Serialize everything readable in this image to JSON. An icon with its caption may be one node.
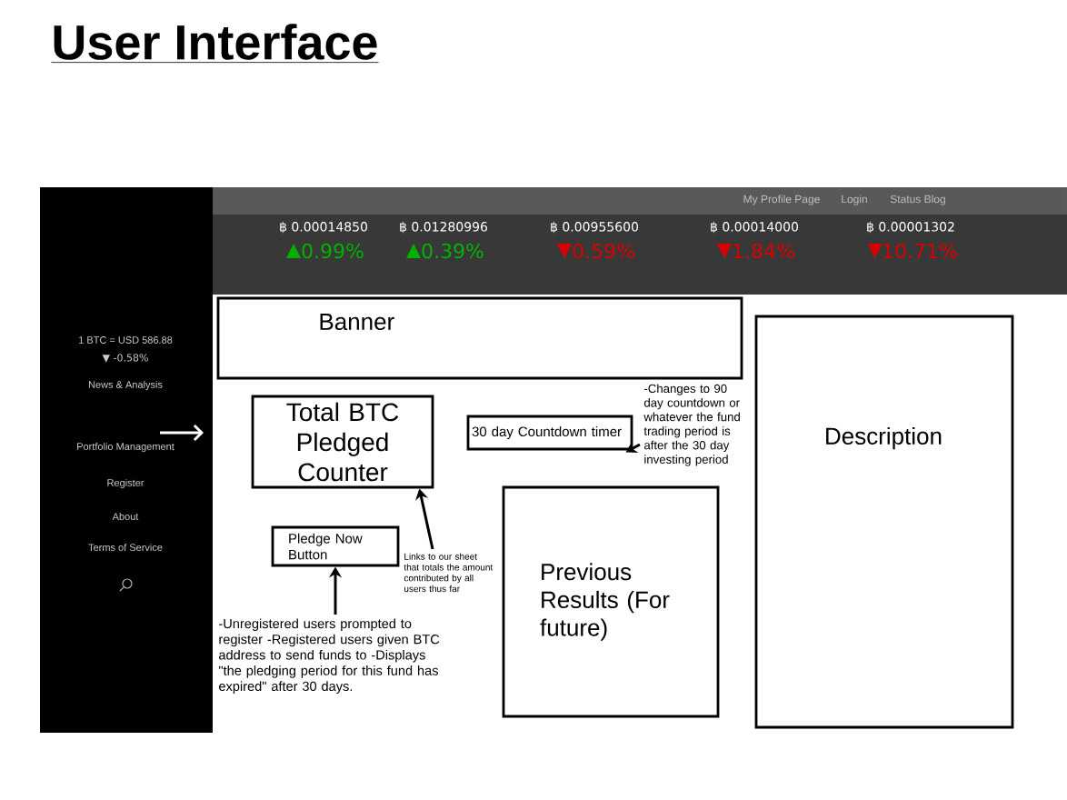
{
  "diagram": {
    "title": "User Interface",
    "nodes": [
      {
        "text": [
          "Banner"
        ]
      },
      {
        "text": [
          "Total BTC Pledged Counter"
        ]
      },
      {
        "text": [
          "30 day Countdown timer"
        ]
      },
      {
        "text": [
          "Pledge Now Button"
        ]
      },
      {
        "text": [
          "Previous Results (For future)"
        ]
      },
      {
        "text": [
          "Description"
        ]
      },
      {
        "text": [
          "-Unregistered users prompted to register -Registered users given BTC address to send funds to -Displays \"the pledging period for this fund has expired\" after 30 days."
        ]
      },
      {
        "text": [
          "Links to our sheet that totals the amount contributed by all users thus far"
        ]
      },
      {
        "text": [
          "-Changes to 90 day countdown or whatever the fund trading period is after the 30 day investing period"
        ]
      }
    ],
    "edges": [
      {
        "from": 6,
        "to": 3,
        "arrow": "to"
      },
      {
        "from": 7,
        "to": 1,
        "arrow": "to"
      },
      {
        "from": 8,
        "to": 2,
        "arrow": "to"
      }
    ],
    "labels": [
      "My Profile Page",
      "Login",
      "Status Blog",
      "฿ 0.00014850",
      "฿ 0.01280996",
      "฿ 0.00955600",
      "฿ 0.00014000",
      "฿ 0.00001302",
      "0.99%",
      "0.39%",
      "0.59%",
      "1.84%",
      "10.71%",
      "1 BTC = USD 586.88",
      "▼ -0.58%",
      "News & Analysis",
      "Portfolio Management",
      "Register",
      "About",
      "Terms of Service"
    ]
  }
}
